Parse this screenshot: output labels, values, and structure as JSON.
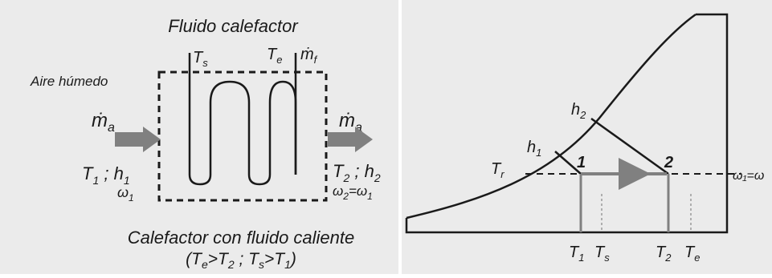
{
  "colors": {
    "background": "#ebebeb",
    "line": "#1a1a1a",
    "arrow": "#808080"
  },
  "left": {
    "title": "Fluido calefactor",
    "humid_air_label": "Aire húmedo",
    "inlet": {
      "flow_m": "ṁ",
      "flow_sub": "a",
      "t_label": "T",
      "t_sub": "1",
      "sep": " ; ",
      "h_label": "h",
      "h_sub": "1",
      "w_label": "ω",
      "w_sub": "1"
    },
    "outlet": {
      "flow_m": "ṁ",
      "flow_sub": "a",
      "t_label": "T",
      "t_sub": "2",
      "sep": " ; ",
      "h_label": "h",
      "h_sub": "2",
      "w2_label": "ω",
      "w2_sub": "2",
      "eq": "=",
      "w1_label": "ω",
      "w1_sub": "1"
    },
    "fluid_ports": {
      "ts_label": "T",
      "ts_sub": "s",
      "te_label": "T",
      "te_sub": "e",
      "mf_label": "ṁ",
      "mf_sub": "f"
    },
    "caption_line1": "Calefactor con fluido caliente",
    "caption_line2": {
      "open": "(",
      "a": "T",
      "a_sub": "e",
      "gt1": ">",
      "b": "T",
      "b_sub": "2",
      "sep": " ; ",
      "c": "T",
      "c_sub": "s",
      "gt2": ">",
      "d": "T",
      "d_sub": "1",
      "close": ")"
    }
  },
  "right": {
    "h1_label": "h",
    "h1_sub": "1",
    "h2_label": "h",
    "h2_sub": "2",
    "tr_label": "T",
    "tr_sub": "r",
    "point1": "1",
    "point2": "2",
    "omega_label": "ω₁=ω",
    "axis": {
      "t1_label": "T",
      "t1_sub": "1",
      "ts_label": "T",
      "ts_sub": "s",
      "t2_label": "T",
      "t2_sub": "2",
      "te_label": "T",
      "te_sub": "e"
    }
  }
}
